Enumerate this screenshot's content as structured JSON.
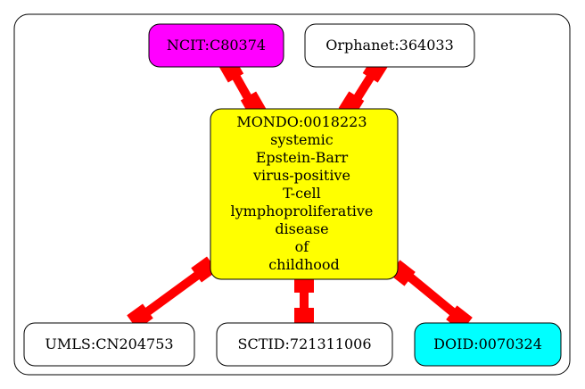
{
  "nodes": {
    "ncit": {
      "label": "NCIT:C80374",
      "fill": "#ff00ff"
    },
    "orphanet": {
      "label": "Orphanet:364033",
      "fill": "#ffffff"
    },
    "mondo": {
      "lines": [
        "MONDO:0018223",
        "systemic",
        "Epstein-Barr",
        "virus-positive",
        "T-cell",
        "lymphoproliferative",
        "disease",
        "of",
        "childhood"
      ],
      "fill": "#ffff00"
    },
    "umls": {
      "label": "UMLS:CN204753",
      "fill": "#ffffff"
    },
    "sctid": {
      "label": "SCTID:721311006",
      "fill": "#ffffff"
    },
    "doid": {
      "label": "DOID:0070324",
      "fill": "#00ffff"
    }
  },
  "edge_color": "#ff0000"
}
